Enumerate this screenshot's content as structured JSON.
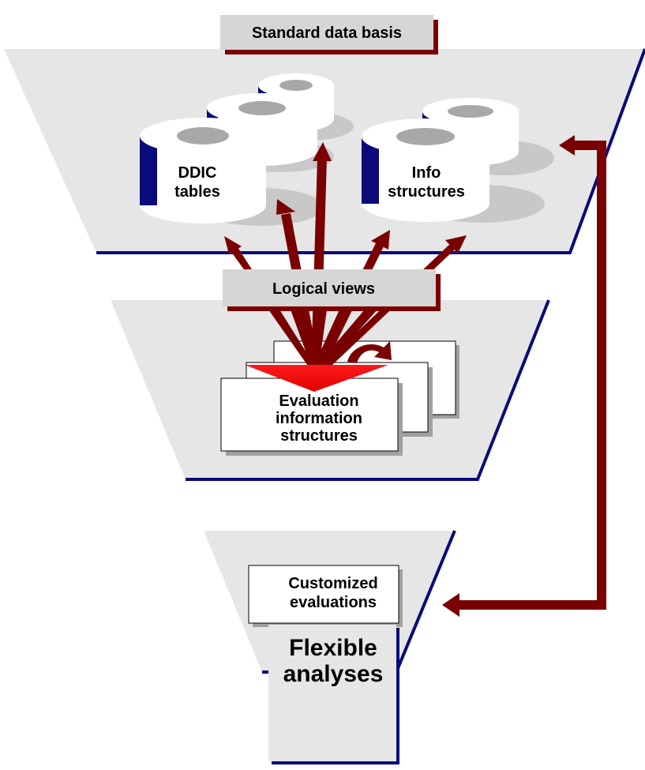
{
  "diagram": {
    "top_label": "Standard data basis",
    "cylinder_groups": [
      {
        "line1": "DDIC",
        "line2": "tables"
      },
      {
        "line1": "Info",
        "line2": "structures"
      }
    ],
    "middle_label": "Logical views",
    "evaluation_box": {
      "line1": "Evaluation",
      "line2": "information",
      "line3": "structures"
    },
    "custom_box": {
      "line1": "Customized",
      "line2": "evaluations"
    },
    "bottom_label": {
      "line1": "Flexible",
      "line2": "analyses"
    }
  },
  "colors": {
    "funnel_fill": "#e6e6e6",
    "funnel_edge": "#0a0a7a",
    "arrow": "#7a0000",
    "label_box": "#d6d6d6",
    "label_shadow": "#7a0000",
    "cylinder_side": "#0a0a7a",
    "cylinder_hole": "#a8a8a8",
    "cylinder_shadow": "#c8c8c8",
    "red_arrow": "#ff0000"
  }
}
